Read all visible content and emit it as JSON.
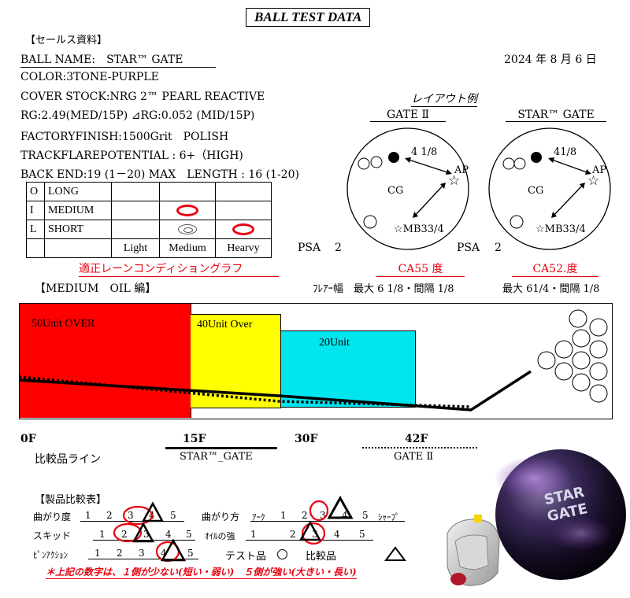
{
  "header": {
    "title": "BALL TEST DATA",
    "sales_label": "【セールス資料】",
    "date": "2024 年 8 月 6 日"
  },
  "specs": {
    "ball_name": "BALL NAME:　STAR™ GATE",
    "color": "COLOR:3TONE-PURPLE",
    "cover_stock": "COVER STOCK:NRG 2™ PEARL REACTIVE",
    "rg": "RG:2.49(MED/15P) ⊿RG:0.052 (MID/15P)",
    "factory_finish": "FACTORYFINISH:1500Grit　POLISH",
    "track_flare": "TRACKFLAREPOTENTIAL : 6+（HIGH)",
    "back_end": "BACK END:19 (1－20) MAX　LENGTH : 16 (1-20)"
  },
  "oil_table": {
    "row_letters": [
      "O",
      "I",
      "L"
    ],
    "rows": [
      "LONG",
      "MEDIUM",
      "SHORT"
    ],
    "columns": [
      "Light",
      "Medium",
      "Hearvy"
    ]
  },
  "condition_graph_label": "適正レーンコンディショングラフ",
  "oil_section_label": "【MEDIUM　OIL 編】",
  "layout": {
    "title": "レイアウト例",
    "left": {
      "name": "GATE Ⅱ",
      "pin": "4 1/8",
      "ap": "AP",
      "cg": "CG",
      "mb": "☆MB33/4",
      "psa_label": "PSA",
      "psa_value": "2",
      "ca": "CA55 度",
      "flare": "ﾌﾚｱｰ幅　最大 6 1/8・間隔 1/8"
    },
    "right": {
      "name": "STAR™ GATE",
      "pin": "41/8",
      "ap": "AP",
      "cg": "CG",
      "mb": "☆MB33/4",
      "psa_label": "PSA",
      "psa_value": "2",
      "ca": "CA52.度",
      "flare": "最大 61/4・間隔 1/8"
    }
  },
  "lane": {
    "zones": [
      "50Unit OVER",
      "40Unit Over",
      "20Unit"
    ],
    "colors": {
      "zone1": "#ff0000",
      "zone2": "#ffff00",
      "zone3": "#00e5ee"
    },
    "distances": [
      "0F",
      "15F",
      "30F",
      "42F"
    ],
    "legend_label": "比較品ライン",
    "legend_solid": "STAR™_GATE",
    "legend_dotted": "GATE Ⅱ"
  },
  "comparison": {
    "title": "【製品比較表】",
    "curve": {
      "label": "曲がり度",
      "nums": [
        "1",
        "2",
        "3",
        "4",
        "5"
      ]
    },
    "shape": {
      "label": "曲がり方",
      "left": "ｱｰｸ",
      "right": "ｼｬｰﾌﾟ",
      "nums": [
        "1",
        "2",
        "3",
        "4",
        "5"
      ]
    },
    "skid": {
      "label": "スキッド",
      "nums": [
        "1",
        "2",
        "3",
        "4",
        "5"
      ]
    },
    "oil": {
      "label": "ｵｲﾙの強",
      "nums": [
        "1",
        "2",
        "3",
        "4",
        "5"
      ]
    },
    "pin": {
      "label": "ﾋﾟﾝｱｸｼｮﾝ",
      "nums": [
        "1",
        "2",
        "3",
        "4",
        "5"
      ]
    },
    "test_label": "テスト品",
    "compare_label": "比較品",
    "note": "＊上記の数字は、１側が少ない(短い・弱い)　５側が強い(大きい・長い)"
  },
  "ratings": {
    "test": {
      "curve": 3,
      "shape": 3,
      "skid": 2,
      "oil": 3,
      "pin": 4
    },
    "compare": {
      "curve": 4,
      "shape": 4,
      "skid": 3,
      "oil": 3,
      "pin": 4
    }
  },
  "ball_logo": "STAR GATE"
}
